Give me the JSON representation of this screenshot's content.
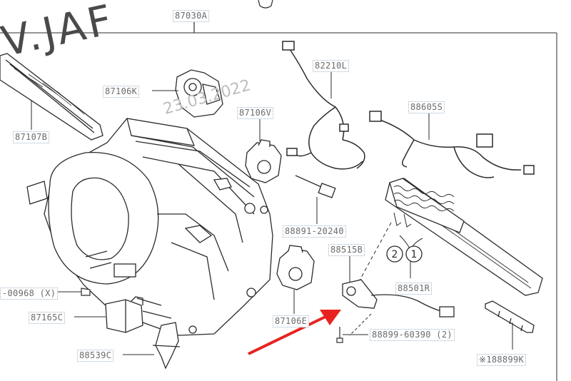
{
  "watermark": "V.JAF",
  "date_stamp": "23.03.2022",
  "labels": {
    "p87030": "87030A",
    "p82210": "82210L",
    "p87106k": "87106K",
    "p87106v": "87106V",
    "p87107": "87107B",
    "p88605": "88605S",
    "p88891": "88891-20240",
    "p88515": "88515B",
    "p88501": "88501R",
    "p00968": "-00968 (X)",
    "p87165": "87165C",
    "p87106e": "87106E",
    "p88899_60390": "88899-60390 (2)",
    "p88539": "88539C",
    "p88899k": "※188899K"
  },
  "callouts": {
    "one": "1",
    "two": "2"
  },
  "colors": {
    "arrow": "#e8231f",
    "line": "#2b2b2b",
    "label_text": "#6b6b6b",
    "label_border": "#9fb4c8"
  },
  "icons": [
    "red-arrow-icon"
  ]
}
